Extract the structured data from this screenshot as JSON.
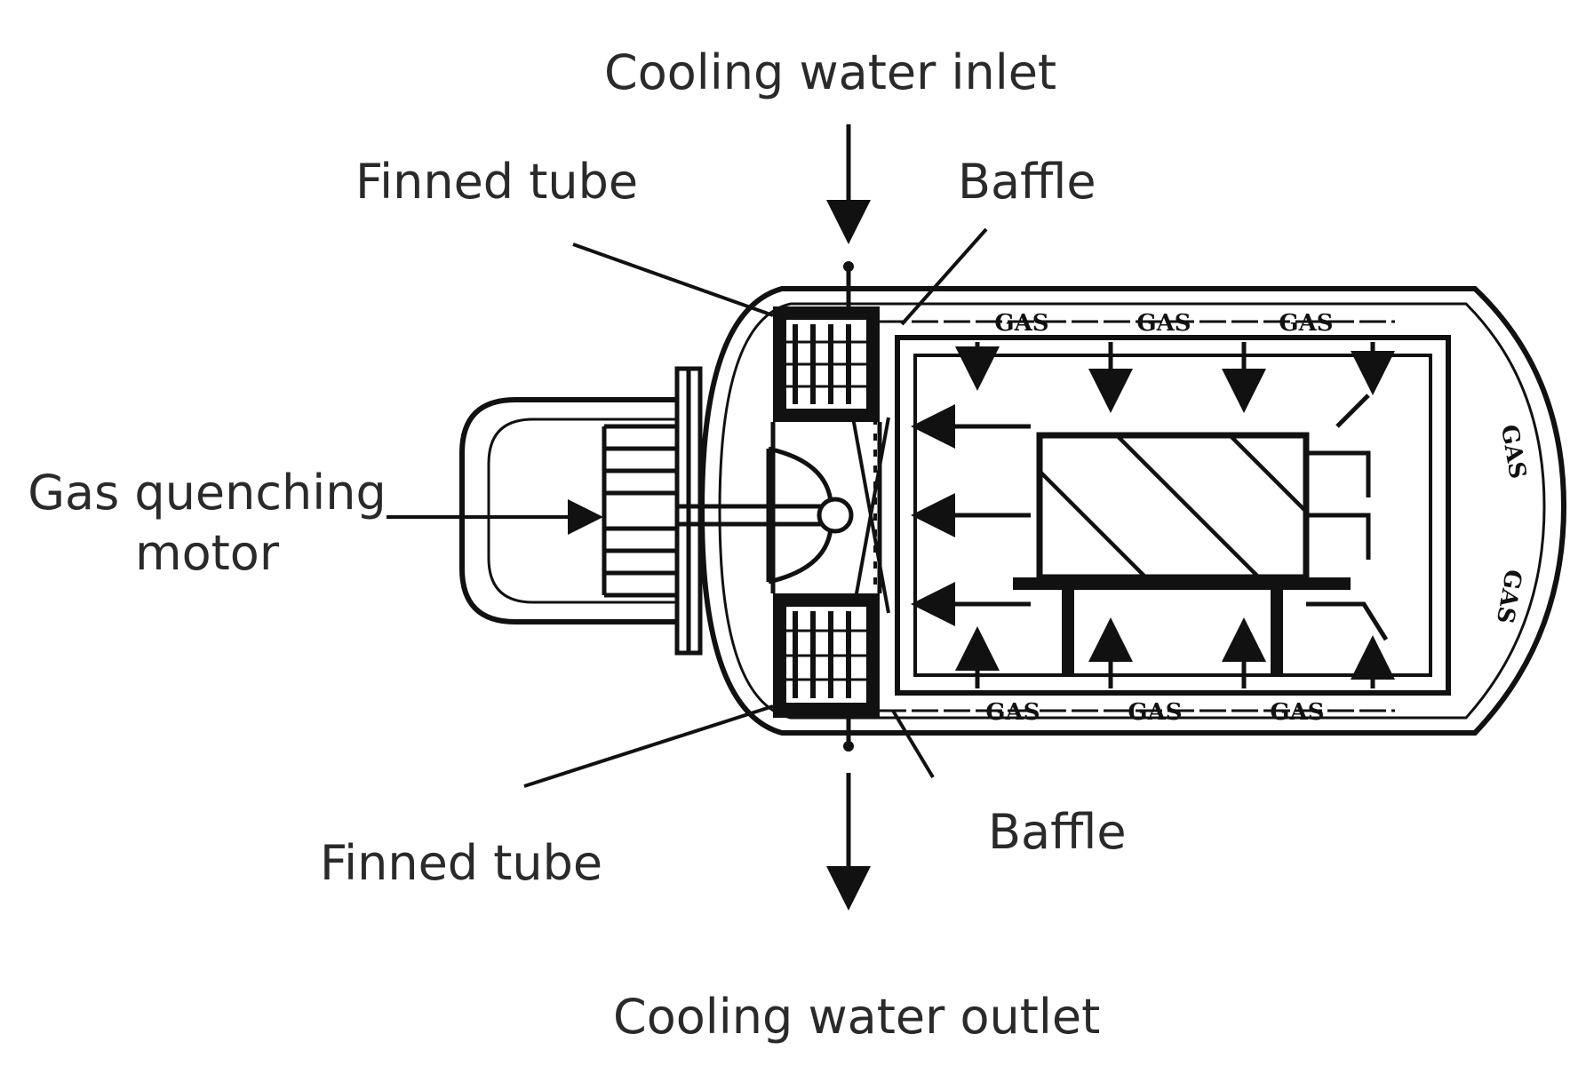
{
  "labels": {
    "cooling_water_inlet": "Cooling water inlet",
    "cooling_water_outlet": "Cooling water outlet",
    "finned_tube_top": "Finned tube",
    "finned_tube_bottom": "Finned tube",
    "baffle_top": "Baffle",
    "baffle_bottom": "Baffle",
    "gas_quenching_motor_line1": "Gas quenching",
    "gas_quenching_motor_line2": "motor"
  },
  "gas_label": "GAS",
  "colors": {
    "ink": "#111111",
    "label_text": "#2a2a2a",
    "background": "#ffffff"
  }
}
